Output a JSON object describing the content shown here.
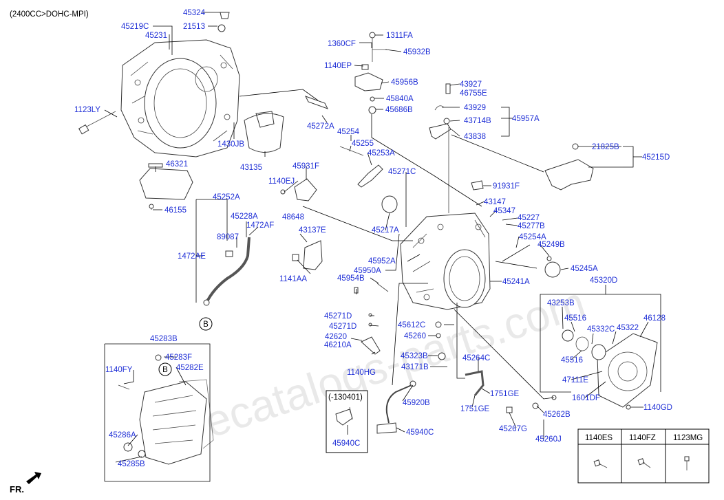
{
  "header": {
    "variant": "(2400CC>DOHC-MPI)"
  },
  "watermark": "ecatalogs-parts.com",
  "direction_label": "FR.",
  "labels": {
    "p45324": "45324",
    "p45219C": "45219C",
    "p21513": "21513",
    "p45231": "45231",
    "p1123LY": "1123LY",
    "p1430JB": "1430JB",
    "p43135": "43135",
    "p45272A": "45272A",
    "p46321": "46321",
    "p46155": "46155",
    "p45252A": "45252A",
    "p45228A": "45228A",
    "p1472AF": "1472AF",
    "p89087": "89087",
    "p1472AE": "1472AE",
    "p45283B": "45283B",
    "p45283F": "45283F",
    "p45282E": "45282E",
    "p1140FY": "1140FY",
    "p45286A": "45286A",
    "p45285B": "45285B",
    "p1311FA": "1311FA",
    "p1360CF": "1360CF",
    "p45932B": "45932B",
    "p1140EP": "1140EP",
    "p45956B": "45956B",
    "p45840A": "45840A",
    "p45686B": "45686B",
    "p45254": "45254",
    "p45255": "45255",
    "p45253A": "45253A",
    "p45271C": "45271C",
    "p45931F": "45931F",
    "p1140EJ": "1140EJ",
    "p48648": "48648",
    "p43137E": "43137E",
    "p1141AA": "1141AA",
    "p45217A": "45217A",
    "p45952A": "45952A",
    "p45950A": "45950A",
    "p45954B": "45954B",
    "p45271D_1": "45271D",
    "p45271D_2": "45271D",
    "p42620": "42620",
    "p46210A": "46210A",
    "p1140HG": "1140HG",
    "p43927": "43927",
    "p46755E": "46755E",
    "p43929": "43929",
    "p43714B": "43714B",
    "p45957A": "45957A",
    "p43838": "43838",
    "p21825B": "21825B",
    "p45215D": "45215D",
    "p91931F": "91931F",
    "p43147": "43147",
    "p45347": "45347",
    "p45227": "45227",
    "p45277B": "45277B",
    "p45254A": "45254A",
    "p45249B": "45249B",
    "p45245A": "45245A",
    "p45241A": "45241A",
    "p45320D": "45320D",
    "p43253B": "43253B",
    "p45516_1": "45516",
    "p45332C": "45332C",
    "p45322": "45322",
    "p46128": "46128",
    "p45516_2": "45516",
    "p47111E": "47111E",
    "p1601DF": "1601DF",
    "p1140GD": "1140GD",
    "p45612C": "45612C",
    "p45260": "45260",
    "p45323B": "45323B",
    "p43171B": "43171B",
    "p45264C": "45264C",
    "p1751GE_1": "1751GE",
    "p1751GE_2": "1751GE",
    "p45267G": "45267G",
    "p45262B": "45262B",
    "p45260J": "45260J",
    "p45920B": "45920B",
    "p45940C_1": "45940C",
    "p45940C_2": "45940C",
    "p130401": "(-130401)",
    "circleB_1": "B",
    "circleB_2": "B"
  },
  "legend": {
    "headers": [
      "1140ES",
      "1140FZ",
      "1123MG"
    ]
  }
}
